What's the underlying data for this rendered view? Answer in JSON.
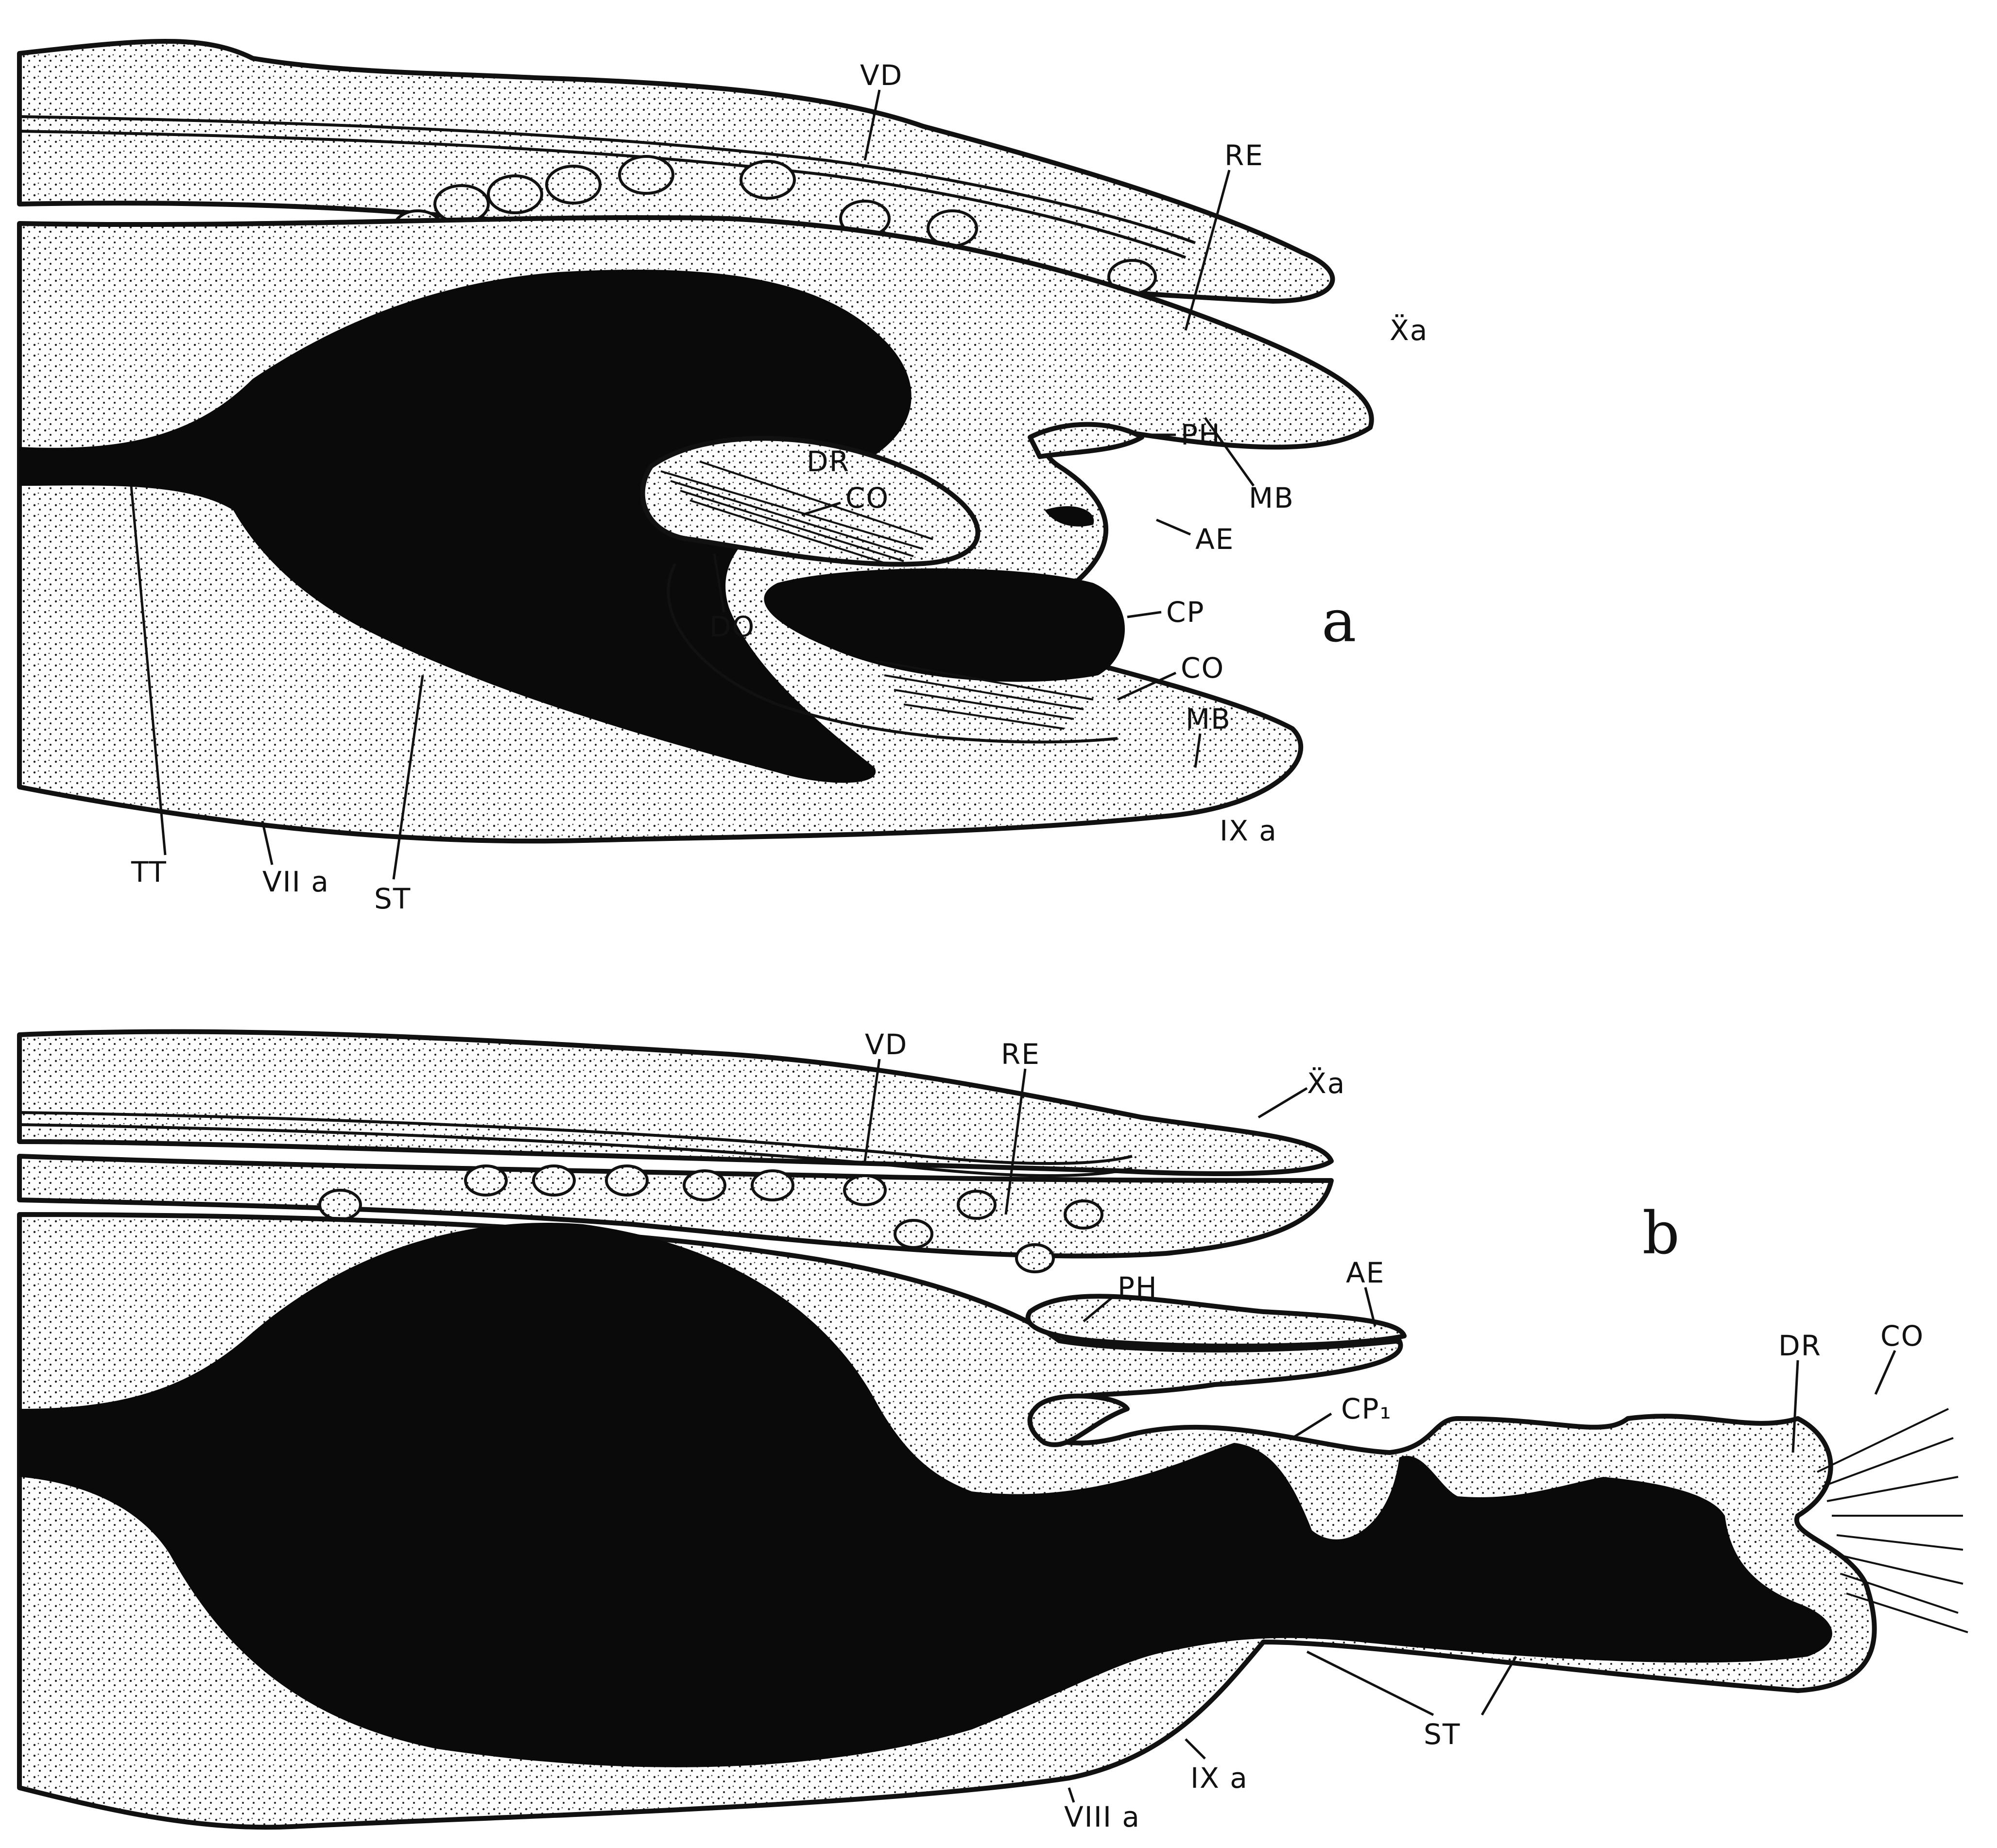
{
  "panels": {
    "a": {
      "panel_letter": "a",
      "labels": {
        "vd": "VD",
        "re": "RE",
        "xa": "Ẍa",
        "ph": "PH",
        "mb_top": "MB",
        "ae": "AE",
        "dr": "DR",
        "co_top": "CO",
        "do": "DO",
        "cp": "CP",
        "co_bottom": "CO",
        "mb_bottom": "MB",
        "ixa": "IX a",
        "tt": "TT",
        "viia": "VII a",
        "st": "ST"
      }
    },
    "b": {
      "panel_letter": "b",
      "labels": {
        "vd": "VD",
        "re": "RE",
        "xa": "Ẍa",
        "ph": "PH",
        "ae": "AE",
        "cp1": "CP₁",
        "dr": "DR",
        "co": "CO",
        "st": "ST",
        "ixa": "IX a",
        "viiia": "VIII a"
      }
    }
  }
}
